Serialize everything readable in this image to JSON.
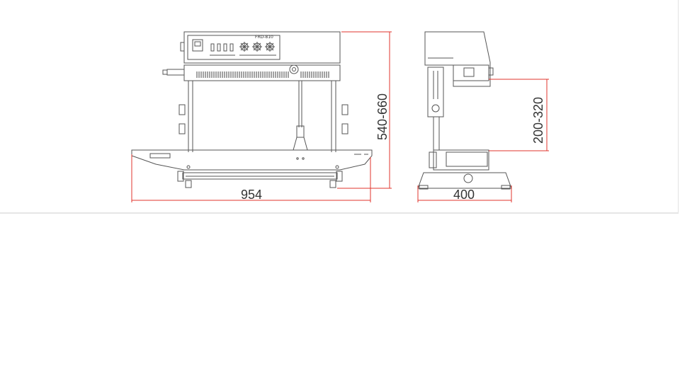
{
  "drawing": {
    "front_view": {
      "model_label": "FRD-810",
      "width_dimension": "954",
      "height_dimension": "540-660"
    },
    "side_view": {
      "depth_dimension": "400",
      "conveyor_height_dimension": "200-320"
    },
    "colors": {
      "line": "#555555",
      "dimension_line": "#e0342c",
      "background": "#ffffff"
    }
  }
}
